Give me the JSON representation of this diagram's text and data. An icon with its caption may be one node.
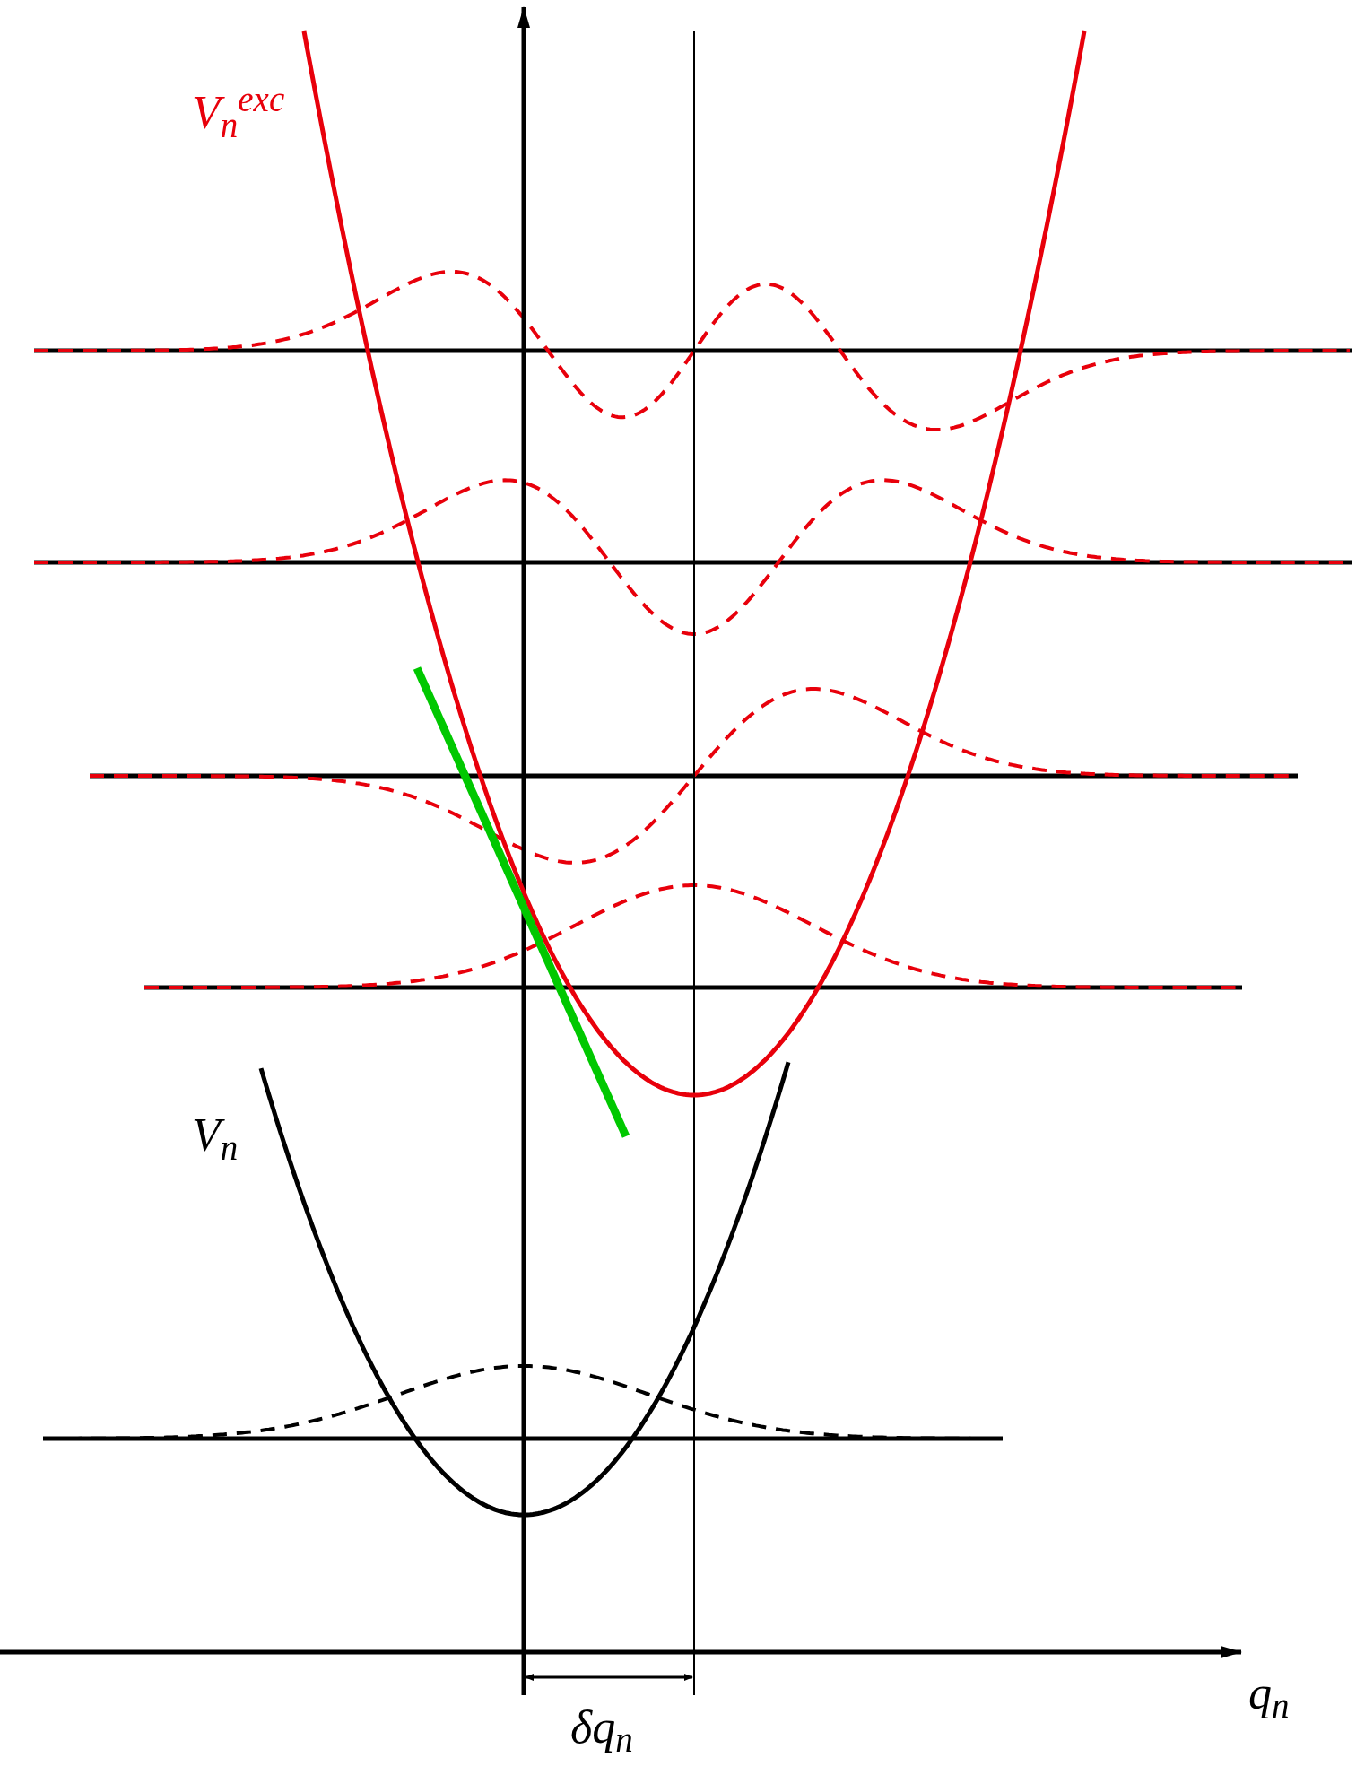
{
  "diagram": {
    "labels": [
      "V$_{n}$$^{exc}$",
      "V$_{n}$",
      "q$_{n}$",
      "δq$_{n}$"
    ]
  }
}
